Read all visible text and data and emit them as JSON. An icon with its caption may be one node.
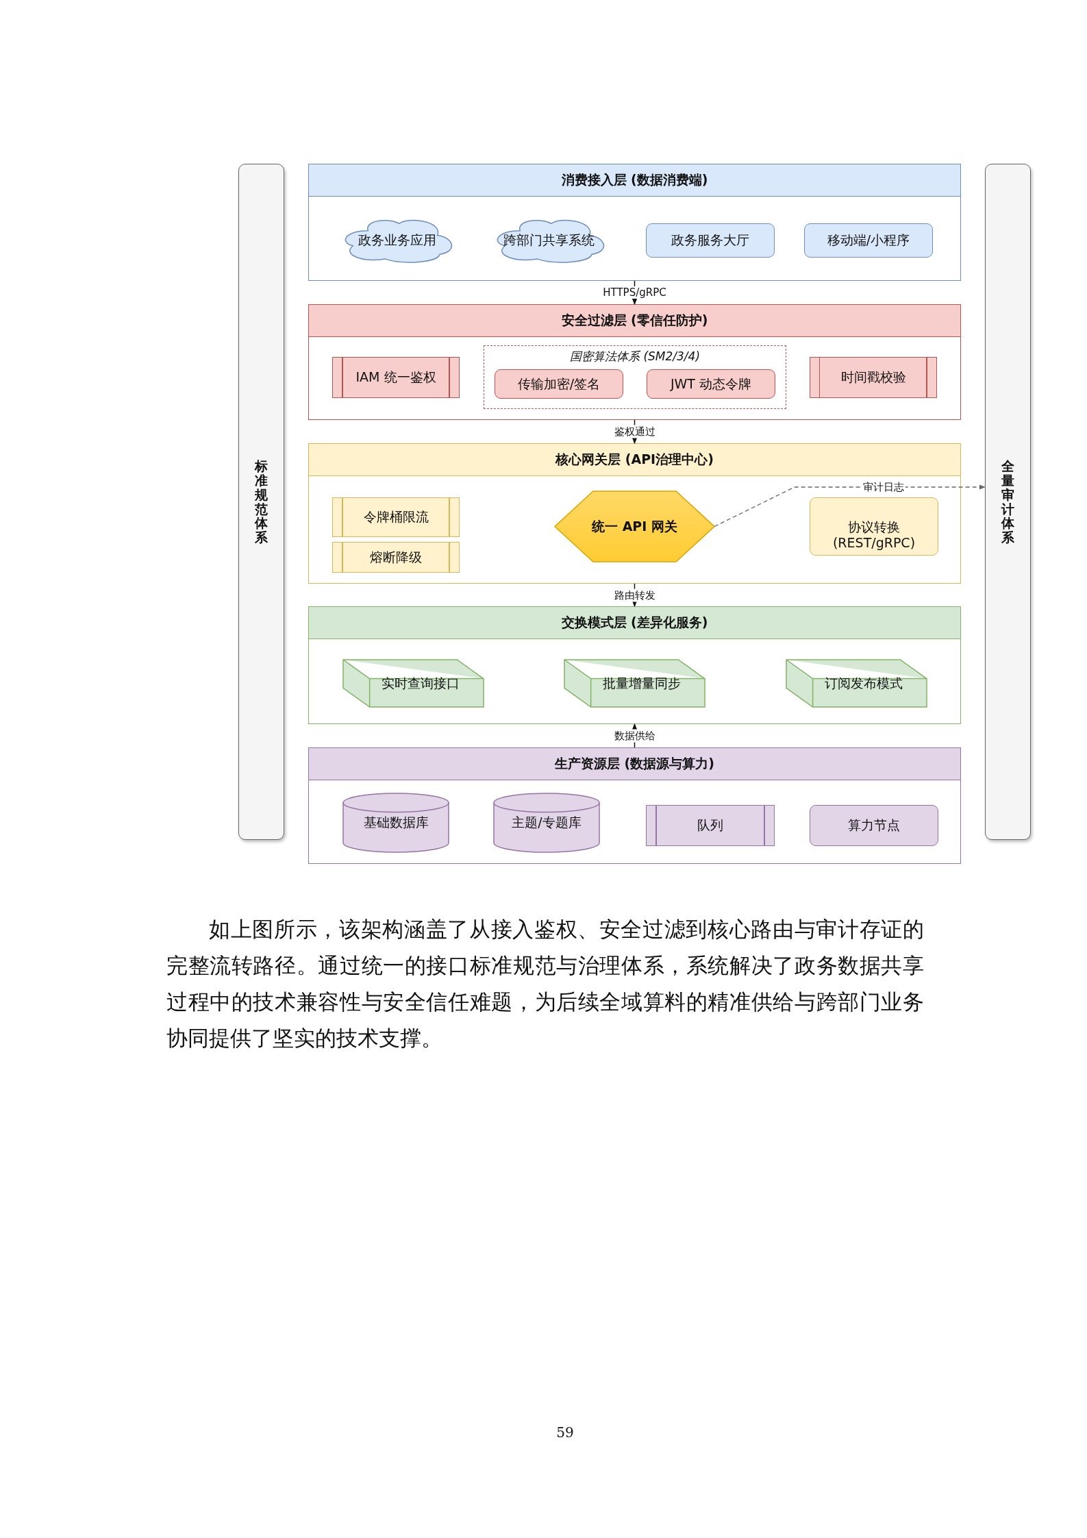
{
  "diagram": {
    "nodes": [
      {
        "text": [
          "消费接入层 (数据消费端)"
        ]
      },
      {
        "text": [
          "政务业务应用"
        ],
        "in": 0
      },
      {
        "text": [
          "跨部门共享系统"
        ],
        "in": 0
      },
      {
        "text": [
          "政务服务大厅"
        ],
        "in": 0
      },
      {
        "text": [
          "移动端/小程序"
        ],
        "in": 0
      },
      {
        "text": [
          "安全过滤层 (零信任防护)"
        ]
      },
      {
        "text": [
          "IAM 统一鉴权"
        ],
        "in": 5
      },
      {
        "text": [
          "国密算法体系 (SM2/3/4)"
        ],
        "in": 5
      },
      {
        "text": [
          "传输加密/签名"
        ],
        "in": 7
      },
      {
        "text": [
          "JWT 动态令牌"
        ],
        "in": 7
      },
      {
        "text": [
          "时间戳校验"
        ],
        "in": 5
      },
      {
        "text": [
          "核心网关层 (API治理中心)"
        ]
      },
      {
        "text": [
          "令牌桶限流"
        ],
        "in": 11
      },
      {
        "text": [
          "熔断降级"
        ],
        "in": 11
      },
      {
        "text": [
          "统一 API 网关"
        ],
        "in": 11
      },
      {
        "text": [
          "协议转换 (REST/gRPC)"
        ],
        "in": 11
      },
      {
        "text": [
          "交换模式层 (差异化服务)"
        ]
      },
      {
        "text": [
          "实时查询接口"
        ],
        "in": 16
      },
      {
        "text": [
          "批量增量同步"
        ],
        "in": 16
      },
      {
        "text": [
          "订阅发布模式"
        ],
        "in": 16
      },
      {
        "text": [
          "生产资源层 (数据源与算力)"
        ]
      },
      {
        "text": [
          "基础数据库"
        ],
        "in": 20
      },
      {
        "text": [
          "主题/专题库"
        ],
        "in": 20
      },
      {
        "text": [
          "队列"
        ],
        "in": 20
      },
      {
        "text": [
          "算力节点"
        ],
        "in": 20
      },
      {
        "text": [
          "标准规范体系"
        ]
      },
      {
        "text": [
          "全量审计体系"
        ]
      }
    ],
    "edges": [
      {
        "from": 0,
        "to": 5,
        "arrow": "to",
        "label": "HTTPS/gRPC"
      },
      {
        "from": 5,
        "to": 11,
        "arrow": "to",
        "label": "鉴权通过"
      },
      {
        "from": 11,
        "to": 16,
        "arrow": "to",
        "label": "路由转发"
      },
      {
        "from": 20,
        "to": 16,
        "arrow": "to",
        "label": "数据供给"
      },
      {
        "from": 14,
        "to": 26,
        "arrow": "to",
        "label": "审计日志",
        "style": "dashed",
        "color": "#666666"
      }
    ],
    "labels": [
      "如上图所示，该架构涵盖了从接入鉴权、安全过滤到核心路由与审计存证的完整流转路径。通过统一的接口标准规范与治理体系，系统解决了政务数据共享过程中的技术兼容性与安全信任难题，为后续全域算料的精准供给与跨部门业务协同提供了坚实的技术支撑。",
      "59"
    ]
  }
}
